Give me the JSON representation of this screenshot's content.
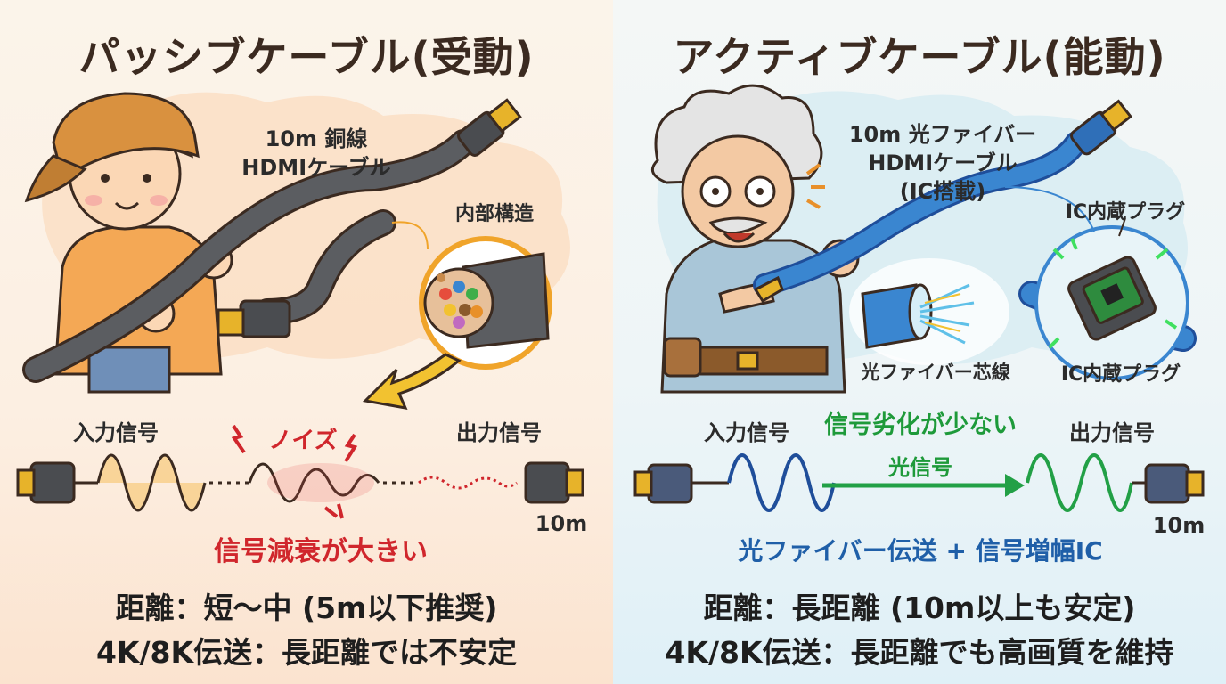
{
  "passive": {
    "title": "パッシブケーブル(受動)",
    "cable_label": [
      "10m 銅線",
      "HDMIケーブル"
    ],
    "internal_label": "内部構造",
    "input_label": "入力信号",
    "output_label": "出力信号",
    "noise_label": "ノイズ",
    "length_label": "10m",
    "attenuation": "信号減衰が大きい",
    "footer": [
      "距離：短〜中 (5m以下推奨)",
      "4K/8K伝送：長距離では不安定"
    ]
  },
  "active": {
    "title": "アクティブケーブル(能動)",
    "cable_label": [
      "10m 光ファイバー",
      "HDMIケーブル",
      "(IC搭載)"
    ],
    "ic_plug_label_top": "IC内蔵プラグ",
    "fiber_label": "光ファイバー芯線",
    "ic_plug_label_bottom": "IC内蔵プラグ",
    "input_label": "入力信号",
    "output_label": "出力信号",
    "degradation": "信号劣化が少ない",
    "optical_label": "光信号",
    "length_label": "10m",
    "transmission": "光ファイバー伝送 + 信号増幅IC",
    "footer": [
      "距離：長距離 (10m以上も安定)",
      "4K/8K伝送：長距離でも高画質を維持"
    ]
  },
  "colors": {
    "passive_bg": "#fcefe2",
    "active_bg": "#eef5f7",
    "attenuation_red": "#d0262c",
    "degradation_green": "#1e9a3a",
    "transmission_blue": "#1f5fa8",
    "wave_orange": "#f0a42a",
    "wave_blue": "#1f4e9a",
    "wave_green": "#22a046",
    "cable_grey": "#56585c",
    "cable_blue": "#3a86d0",
    "gold": "#e7b32a"
  }
}
